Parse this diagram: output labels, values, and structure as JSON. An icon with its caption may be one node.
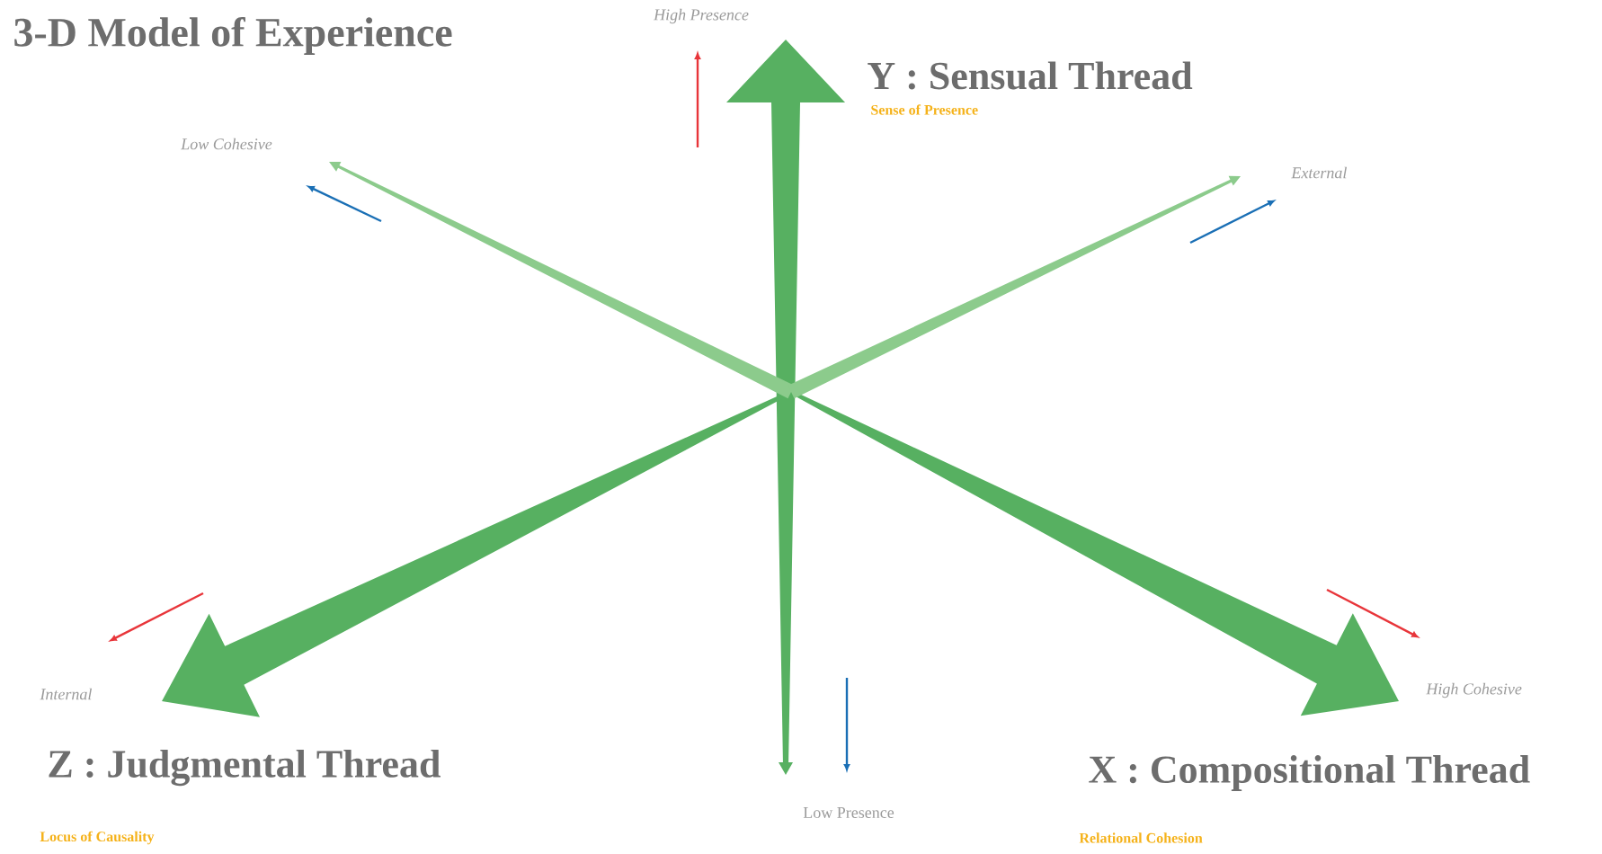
{
  "diagram": {
    "title": "3-D Model of Experience",
    "labels": [
      "High Presence",
      "Y : Sensual Thread",
      "Sense of Presence",
      "Low Cohesive",
      "External",
      "Internal",
      "High Cohesive",
      "Z : Judgmental Thread",
      "X : Compositional Thread",
      "Low Presence",
      "Locus of Causality",
      "Relational Cohesion"
    ]
  }
}
